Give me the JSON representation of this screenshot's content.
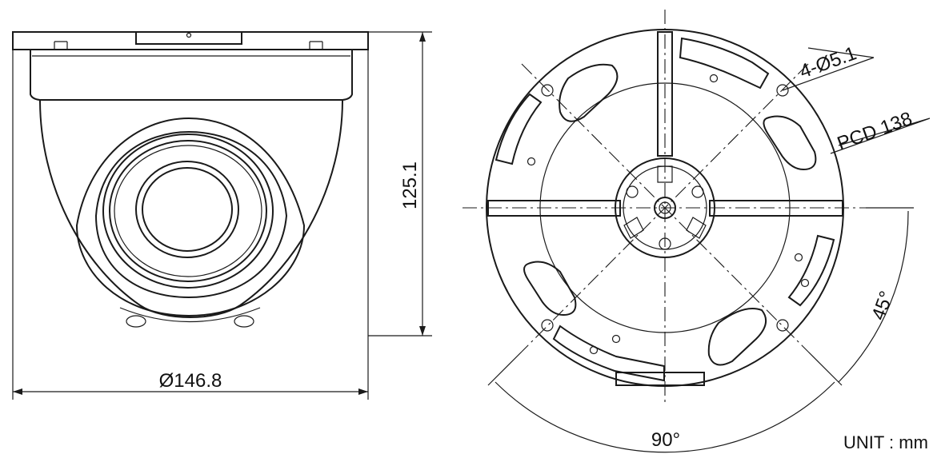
{
  "dimensions": {
    "diameter": "Ø146.8",
    "height": "125.1",
    "holes": "4-Ø5.1",
    "pcd": "PCD 138",
    "angle_90": "90°",
    "angle_45": "45°"
  },
  "unit_label": "UNIT : mm"
}
